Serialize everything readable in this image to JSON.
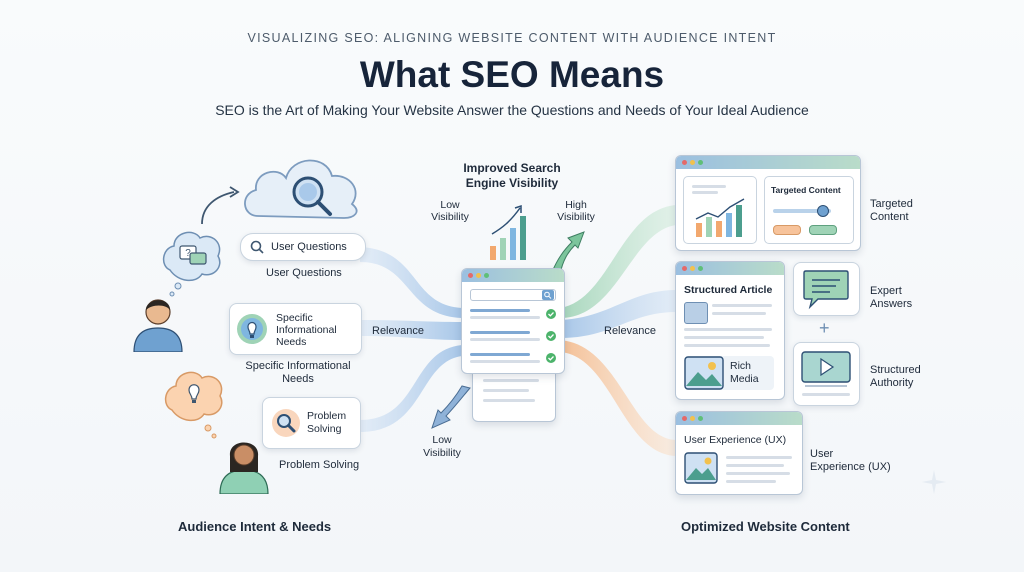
{
  "header": {
    "kicker": "VISUALIZING SEO: ALIGNING WEBSITE CONTENT WITH AUDIENCE INTENT",
    "title": "What SEO Means",
    "subtitle": "SEO is the Art of Making Your Website Answer the Questions and Needs of Your Ideal Audience"
  },
  "left": {
    "section_label": "Audience Intent & Needs",
    "search_box": "User Questions",
    "search_caption": "User Questions",
    "needs_card": "Specific Informational Needs",
    "needs_caption_1": "Specific Informational",
    "needs_caption_2": "Needs",
    "solving_card_1": "Problem",
    "solving_card_2": "Solving",
    "solving_caption": "Problem Solving",
    "relevance": "Relevance"
  },
  "center": {
    "title_1": "Improved Search",
    "title_2": "Engine Visibility",
    "low_top_1": "Low",
    "low_top_2": "Visibility",
    "high_1": "High",
    "high_2": "Visibility",
    "low_bottom_1": "Low",
    "low_bottom_2": "Visibility"
  },
  "right": {
    "section_label": "Optimized Website Content",
    "relevance": "Relevance",
    "targeted_inner": "Targeted Content",
    "targeted_1": "Targeted",
    "targeted_2": "Content",
    "structured_article": "Structured Article",
    "rich_1": "Rich",
    "rich_2": "Media",
    "expert_1": "Expert",
    "expert_2": "Answers",
    "authority_1": "Structured",
    "authority_2": "Authority",
    "ux_inner": "User Experience (UX)",
    "ux_1": "User",
    "ux_2": "Experience (UX)",
    "plus": "+"
  },
  "colors": {
    "flow_blue": "#a9c8ea",
    "flow_green": "#b8dfc6",
    "flow_orange": "#f2c9a6",
    "accent_teal": "#2e8f8a",
    "check_green": "#4cb36b"
  }
}
